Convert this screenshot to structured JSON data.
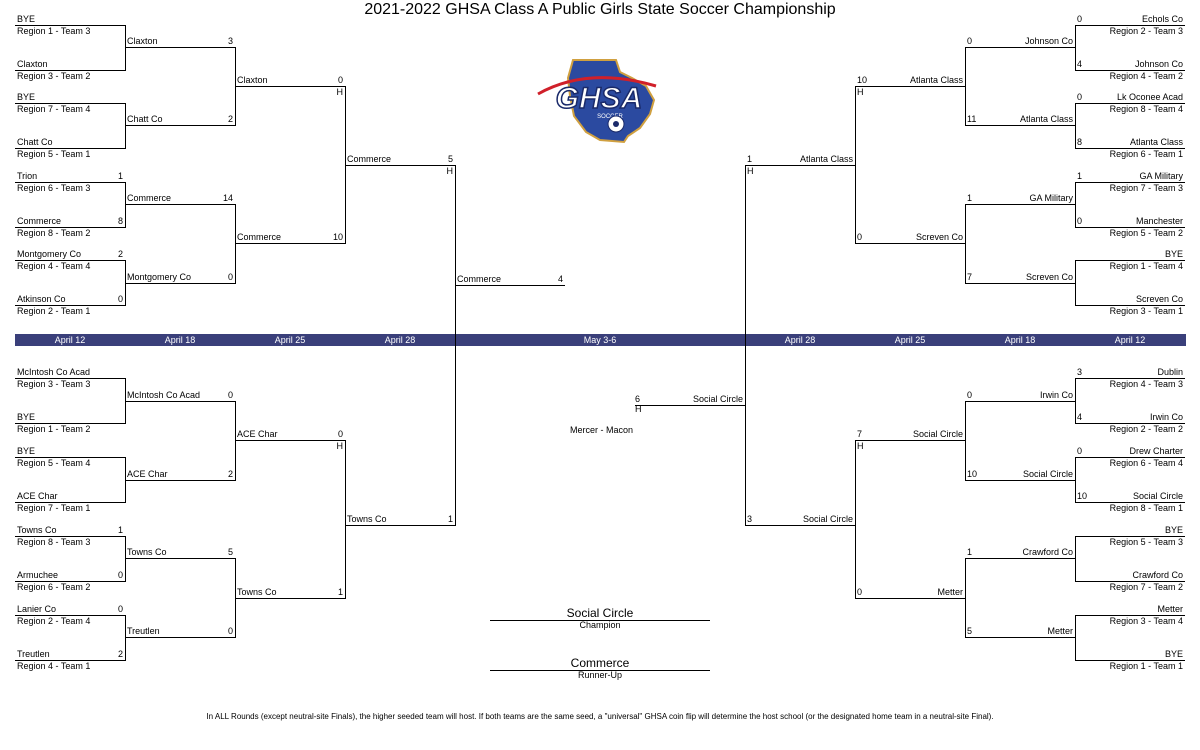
{
  "title": "2021-2022 GHSA Class A Public Girls State Soccer Championship",
  "logo": {
    "text": "GHSA",
    "subtext": "SOCCER"
  },
  "dates": [
    "April 12",
    "April 18",
    "April 25",
    "April 28",
    "May 3-6",
    "April 28",
    "April 25",
    "April 18",
    "April 12"
  ],
  "left_top": {
    "r1": [
      {
        "team": "BYE",
        "seed": "Region 1 - Team 3",
        "score": ""
      },
      {
        "team": "Claxton",
        "seed": "Region 3 - Team 2",
        "score": ""
      },
      {
        "team": "BYE",
        "seed": "Region 7 - Team 4",
        "score": ""
      },
      {
        "team": "Chatt Co",
        "seed": "Region 5 - Team 1",
        "score": ""
      },
      {
        "team": "Trion",
        "seed": "Region 6 - Team 3",
        "score": "1"
      },
      {
        "team": "Commerce",
        "seed": "Region 8 - Team 2",
        "score": "8"
      },
      {
        "team": "Montgomery Co",
        "seed": "Region 4 - Team 4",
        "score": "2"
      },
      {
        "team": "Atkinson Co",
        "seed": "Region 2 - Team 1",
        "score": "0"
      }
    ],
    "r2": [
      {
        "team": "Claxton",
        "score": "3"
      },
      {
        "team": "Chatt Co",
        "score": "2"
      },
      {
        "team": "Commerce",
        "score": "14"
      },
      {
        "team": "Montgomery Co",
        "score": "0"
      }
    ],
    "r3": [
      {
        "team": "Claxton",
        "score": "0",
        "host": "H"
      },
      {
        "team": "Commerce",
        "score": "10",
        "host": ""
      }
    ],
    "r4": {
      "team": "Commerce",
      "score": "5",
      "host": "H"
    }
  },
  "left_bottom": {
    "r1": [
      {
        "team": "McIntosh Co Acad",
        "seed": "Region 3 - Team 3",
        "score": ""
      },
      {
        "team": "BYE",
        "seed": "Region 1 - Team 2",
        "score": ""
      },
      {
        "team": "BYE",
        "seed": "Region 5 - Team 4",
        "score": ""
      },
      {
        "team": "ACE Char",
        "seed": "Region 7 - Team 1",
        "score": ""
      },
      {
        "team": "Towns Co",
        "seed": "Region 8 - Team 3",
        "score": "1"
      },
      {
        "team": "Armuchee",
        "seed": "Region 6 - Team 2",
        "score": "0"
      },
      {
        "team": "Lanier Co",
        "seed": "Region 2 - Team 4",
        "score": "0"
      },
      {
        "team": "Treutlen",
        "seed": "Region 4 - Team 1",
        "score": "2"
      }
    ],
    "r2": [
      {
        "team": "McIntosh Co Acad",
        "score": "0"
      },
      {
        "team": "ACE Char",
        "score": "2"
      },
      {
        "team": "Towns Co",
        "score": "5"
      },
      {
        "team": "Treutlen",
        "score": "0"
      }
    ],
    "r3": [
      {
        "team": "ACE Char",
        "score": "0",
        "host": "H"
      },
      {
        "team": "Towns Co",
        "score": "1",
        "host": ""
      }
    ],
    "r4": {
      "team": "Towns Co",
      "score": "1",
      "host": ""
    }
  },
  "right_top": {
    "r1": [
      {
        "team": "Echols Co",
        "seed": "Region 2 - Team 3",
        "score": "0"
      },
      {
        "team": "Johnson Co",
        "seed": "Region 4 - Team 2",
        "score": "4"
      },
      {
        "team": "Lk Oconee Acad",
        "seed": "Region  8 - Team 4",
        "score": "0"
      },
      {
        "team": "Atlanta Class",
        "seed": "Region 6 - Team 1",
        "score": "8"
      },
      {
        "team": "GA Military",
        "seed": "Region 7 - Team 3",
        "score": "1"
      },
      {
        "team": "Manchester",
        "seed": "Region 5 - Team 2",
        "score": "0"
      },
      {
        "team": "BYE",
        "seed": "Region 1 - Team 4",
        "score": ""
      },
      {
        "team": "Screven Co",
        "seed": "Region 3 - Team 1",
        "score": ""
      }
    ],
    "r2": [
      {
        "team": "Johnson Co",
        "score": "0"
      },
      {
        "team": "Atlanta Class",
        "score": "11"
      },
      {
        "team": "GA Military",
        "score": "1"
      },
      {
        "team": "Screven Co",
        "score": "7"
      }
    ],
    "r3": [
      {
        "team": "Atlanta Class",
        "score": "10",
        "host": "H"
      },
      {
        "team": "Screven Co",
        "score": "0",
        "host": ""
      }
    ],
    "r4": {
      "team": "Atlanta Class",
      "score": "1",
      "host": "H"
    }
  },
  "right_bottom": {
    "r1": [
      {
        "team": "Dublin",
        "seed": "Region 4 - Team 3",
        "score": "3"
      },
      {
        "team": "Irwin Co",
        "seed": "Region 2 - Team 2",
        "score": "4"
      },
      {
        "team": "Drew Charter",
        "seed": "Region 6 - Team 4",
        "score": "0"
      },
      {
        "team": "Social Circle",
        "seed": "Region 8 - Team 1",
        "score": "10"
      },
      {
        "team": "BYE",
        "seed": "Region 5 - Team 3",
        "score": ""
      },
      {
        "team": "Crawford Co",
        "seed": "Region 7 - Team 2",
        "score": ""
      },
      {
        "team": "Metter",
        "seed": "Region 3 - Team 4",
        "score": ""
      },
      {
        "team": "BYE",
        "seed": "Region 1 - Team 1",
        "score": ""
      }
    ],
    "r2": [
      {
        "team": "Irwin Co",
        "score": "0"
      },
      {
        "team": "Social Circle",
        "score": "10"
      },
      {
        "team": "Crawford Co",
        "score": "1"
      },
      {
        "team": "Metter",
        "score": "5"
      }
    ],
    "r3": [
      {
        "team": "Social Circle",
        "score": "7",
        "host": "H"
      },
      {
        "team": "Metter",
        "score": "0",
        "host": ""
      }
    ],
    "r4": {
      "team": "Social Circle",
      "score": "3",
      "host": ""
    }
  },
  "final": {
    "left": {
      "team": "Commerce",
      "score": "4"
    },
    "right": {
      "team": "Social Circle",
      "score": "6",
      "host": "H"
    },
    "venue": "Mercer - Macon"
  },
  "champion": {
    "team": "Social Circle",
    "label": "Champion"
  },
  "runner_up": {
    "team": "Commerce",
    "label": "Runner-Up"
  },
  "footer": "In ALL Rounds (except neutral-site Finals), the higher seeded team will host. If both teams are the same seed, a \"universal\" GHSA coin flip will determine the host school (or the designated home team in a neutral-site Final)."
}
